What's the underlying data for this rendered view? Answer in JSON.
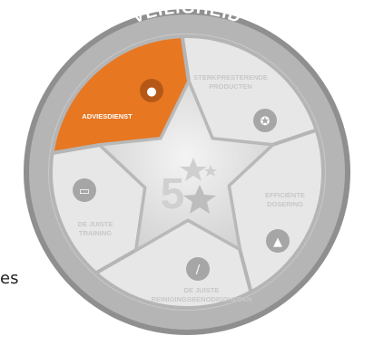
{
  "ring": {
    "top_title": "VEILIGHEID",
    "bottom_title": "DUURZAAMHEID"
  },
  "segments": [
    {
      "label_lines": [
        "ADVIESDIENST"
      ],
      "icon": "consultant-icon",
      "active": true
    },
    {
      "label_lines": [
        "STERKPRESTERENDE",
        "PRODUCTEN"
      ],
      "icon": "quality-badge-icon",
      "active": false
    },
    {
      "label_lines": [
        "EFFICIËNTE",
        "DOSERING"
      ],
      "icon": "spray-bottle-icon",
      "active": false
    },
    {
      "label_lines": [
        "DE JUISTE",
        "REINIGINGSBENODIGDHEDEN"
      ],
      "icon": "mop-icon",
      "active": false
    },
    {
      "label_lines": [
        "DE JUISTE",
        "TRAINING"
      ],
      "icon": "presentation-icon",
      "active": false
    }
  ],
  "center": {
    "logo_text": "5"
  },
  "edge_text": "es",
  "colors": {
    "active": "#e87722",
    "inactive": "#e7e7e7",
    "ring": "#b5b5b5",
    "ring_outer": "#8f8f8f",
    "icon_bg": "#9a9a9a",
    "label_inactive": "#c8c8c8",
    "star": "#d9d9d9"
  }
}
